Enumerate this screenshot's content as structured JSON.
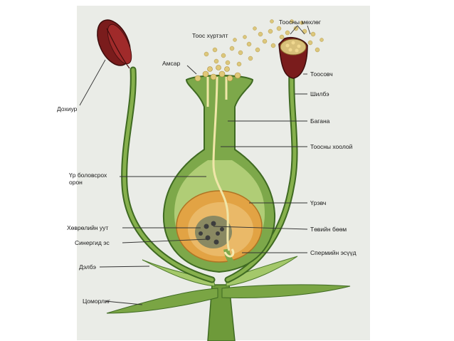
{
  "colors": {
    "paper": "#e9ebe6",
    "stem_green": "#6e9a3a",
    "stem_dark": "#3f6a22",
    "ovary_light": "#b7d37a",
    "ovule_orange": "#e2a344",
    "ovule_inner": "#e8b25c",
    "anther_red": "#8a1f1f",
    "pollen": "#d9c27a",
    "leader_line": "#333333"
  },
  "labels": {
    "toosny_mekhleg": "Тоосны мөхлөг",
    "toos_khurtelt": "Тоос хүртэлт",
    "amsar": "Амсар",
    "tsoosovch": "Тоосовч",
    "shilbe": "Шилбэ",
    "dokhiur": "Дохиур",
    "bagana": "Багана",
    "toosny_kholoi": "Тоосны хоолой",
    "ur_bolovsrokh_oron": "Үр боловсрох орон",
    "urevch": "Үрэвч",
    "khovreliin_uut": "Хөврөлийн уут",
    "tuviin_beem": "Төвийн бөөм",
    "sinergid_es": "Синергид эс",
    "spermiin_esuud": "Спермийн эсүүд",
    "delbe": "Дэлбэ",
    "tsomorlig": "Цоморлиг"
  }
}
